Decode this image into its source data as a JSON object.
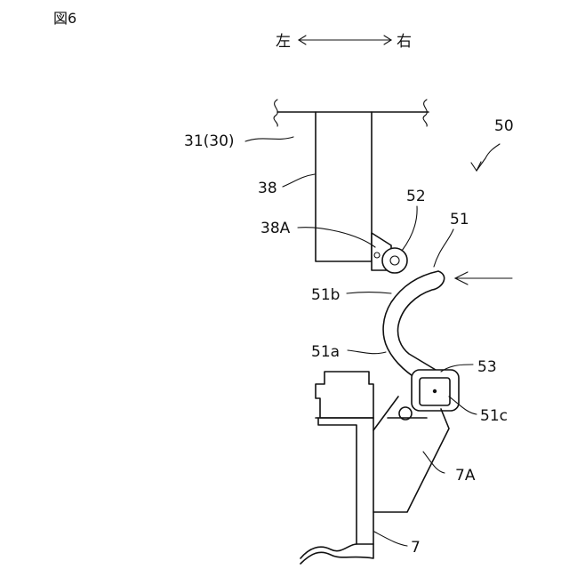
{
  "figure": {
    "title": "図6",
    "direction": {
      "left": "左",
      "right": "右"
    }
  },
  "labels": {
    "l_31": "31(30)",
    "l_38": "38",
    "l_38A": "38A",
    "l_52": "52",
    "l_50": "50",
    "l_51": "51",
    "l_51b": "51b",
    "l_51a": "51a",
    "l_53": "53",
    "l_51c": "51c",
    "l_7A": "7A",
    "l_7": "7"
  }
}
